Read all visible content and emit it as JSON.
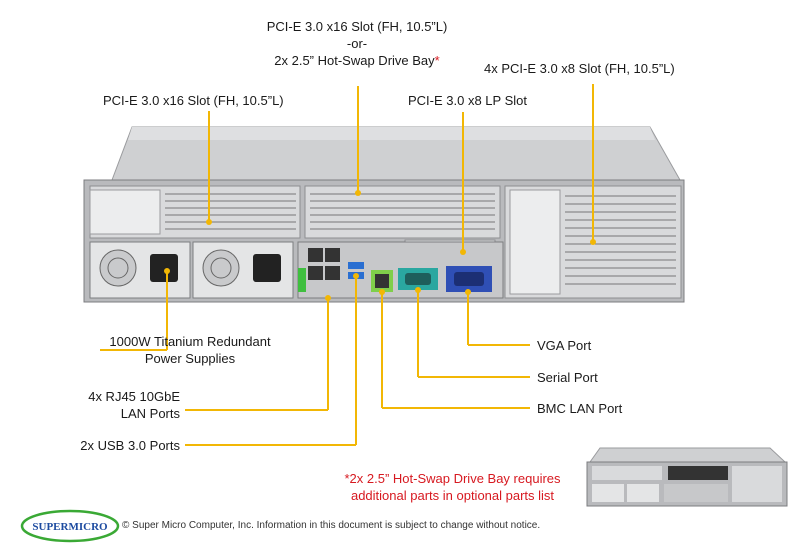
{
  "callouts": {
    "pcie_x16_top_line1": "PCI-E 3.0 x16 Slot (FH, 10.5”L)",
    "pcie_x16_top_line2": "-or-",
    "pcie_x16_top_line3": "2x 2.5” Hot-Swap Drive Bay",
    "asterisk": "*",
    "pcie_x8_4x": "4x PCI-E 3.0 x8 Slot (FH, 10.5”L)",
    "pcie_x16_left": "PCI-E 3.0 x16 Slot (FH, 10.5”L)",
    "pcie_x8_lp": "PCI-E 3.0 x8 LP Slot",
    "power_line1": "1000W Titanium Redundant",
    "power_line2": "Power Supplies",
    "lan_line1": "4x RJ45 10GbE",
    "lan_line2": "LAN Ports",
    "usb": "2x USB 3.0 Ports",
    "vga": "VGA Port",
    "serial": "Serial Port",
    "bmc": "BMC LAN Port"
  },
  "note": {
    "line1": "*2x 2.5” Hot-Swap Drive Bay requires",
    "line2": "additional parts in optional parts list"
  },
  "footer": {
    "copyright": "© Super Micro Computer, Inc. Information in this document is subject to change without notice.",
    "logo_text": "SUPERMICRO"
  },
  "colors": {
    "callout": "#f2b705",
    "note_red": "#d71920",
    "logo_blue": "#1d4ba0",
    "logo_green": "#3aa935"
  }
}
